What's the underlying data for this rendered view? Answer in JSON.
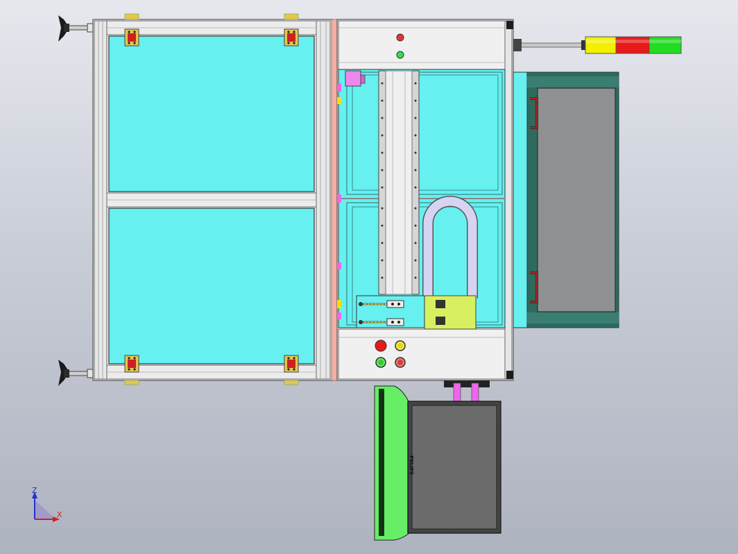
{
  "viewport": {
    "background_top": "#e6e8ee",
    "background_bottom": "#aeb3c0"
  },
  "colors": {
    "frame": "#f1f1f1",
    "frame_edge": "#555555",
    "glass": "#66f0f0",
    "glass_edge": "#333333",
    "drawer_frame": "#2f6a5f",
    "drawer_panel": "#8f9091",
    "monitor_screen": "#6b6b6b",
    "monitor_stand": "#66ee66",
    "monitor_stand_dark": "#113311",
    "tower_yellow": "#f2f000",
    "tower_red": "#e81a1a",
    "tower_green": "#22dd22",
    "cable": "#d0d0ee",
    "leg_pink": "#ee66ee",
    "hinge": "#e8c64a",
    "bracket": "#d8f060"
  },
  "icons": {
    "leveling_foot": "leveling-foot-icon",
    "hinge": "hinge-icon",
    "signal_tower": "signal-tower-icon",
    "push_button": "push-button-icon",
    "indicator_lamp": "indicator-lamp-icon",
    "handle": "drawer-handle-icon",
    "axis_triad": "axis-triad-icon"
  },
  "signal_tower": {
    "segments": [
      "yellow",
      "red",
      "green"
    ]
  },
  "control_panel_top": {
    "lamps": [
      "red",
      "green"
    ]
  },
  "control_panel_bottom": {
    "buttons": [
      "red",
      "yellow",
      "green",
      "red"
    ]
  },
  "monitor": {
    "brand": "PKLIPS"
  },
  "axis_triad": {
    "z_label": "Z",
    "x_label": "X"
  }
}
